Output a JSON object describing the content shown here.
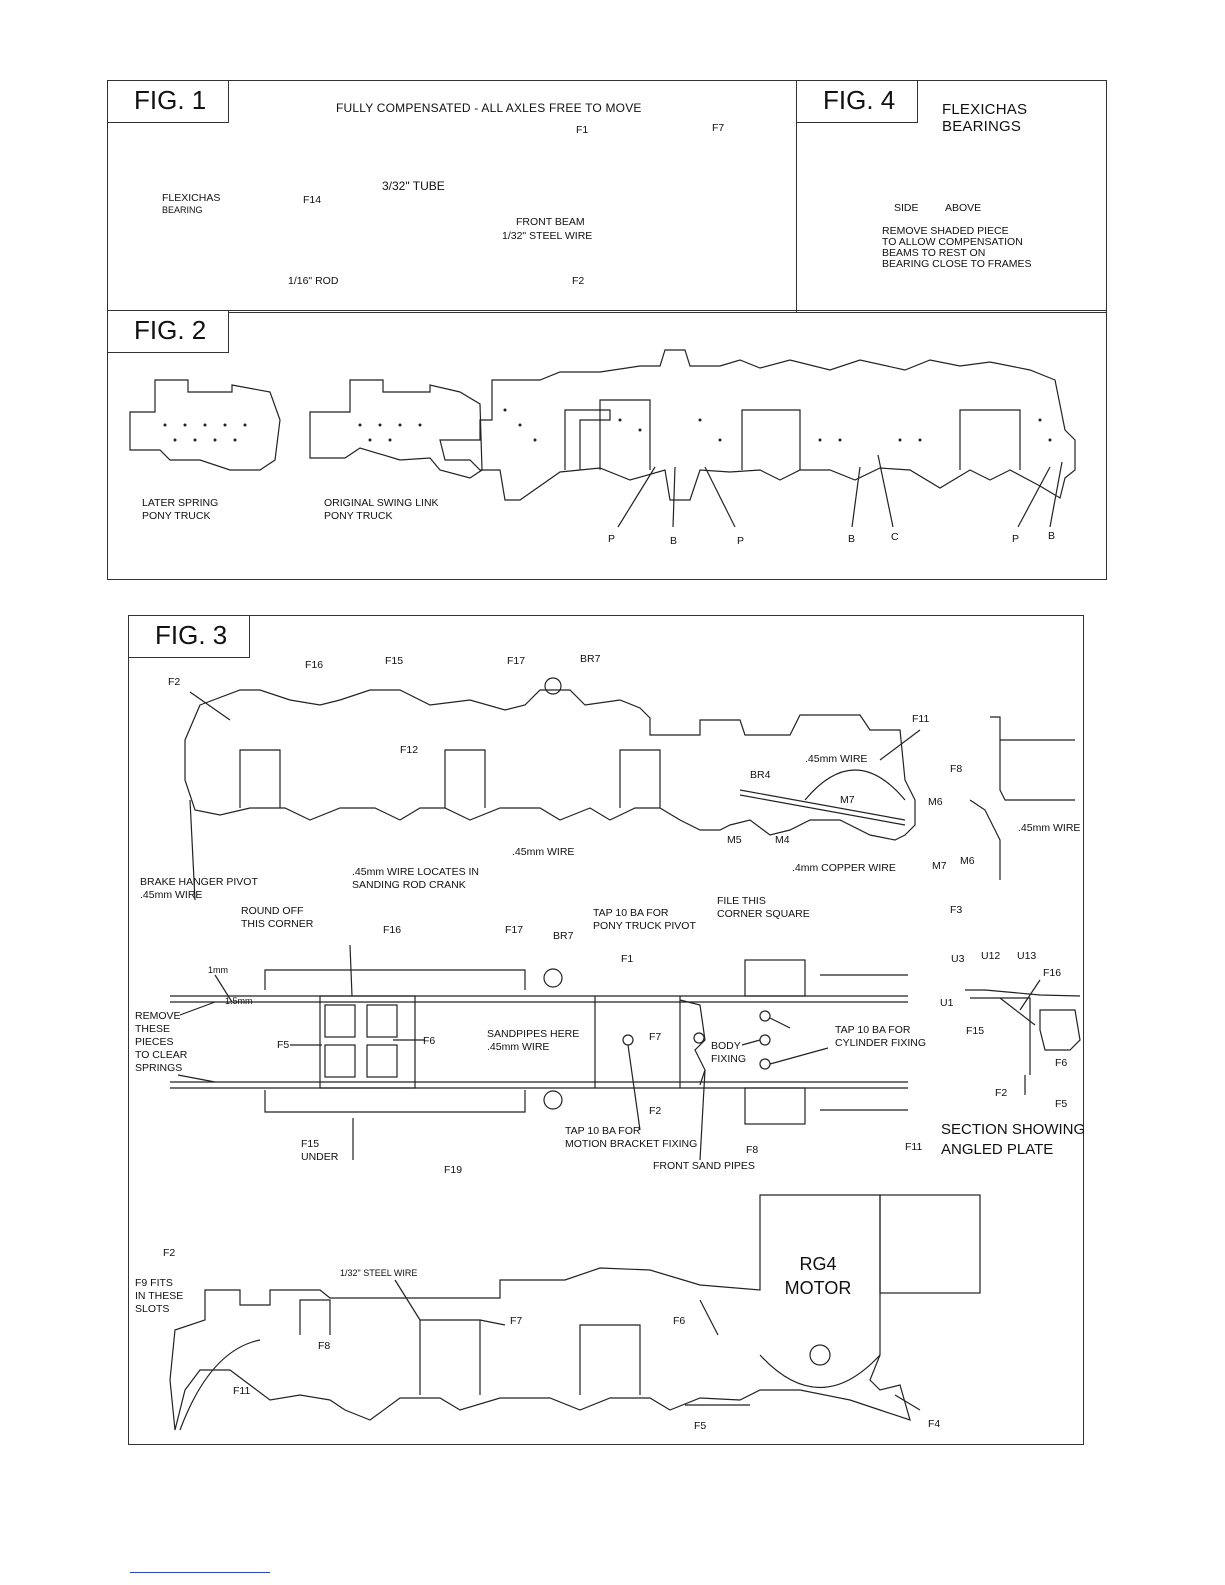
{
  "fig1": {
    "label": "FIG. 1",
    "title": "FULLY COMPENSATED - ALL AXLES FREE TO MOVE",
    "labels": {
      "flexichas": "FLEXICHAS",
      "bearing": "BEARING",
      "f14": "F14",
      "tube": "3/32\" TUBE",
      "f1": "F1",
      "f7": "F7",
      "front_beam": "FRONT BEAM",
      "steel_wire": "1/32\" STEEL WIRE",
      "rod": "1/16\" ROD",
      "f2": "F2"
    }
  },
  "fig4": {
    "label": "FIG. 4",
    "title": "FLEXICHAS BEARINGS",
    "side": "SIDE",
    "above": "ABOVE",
    "note": [
      "REMOVE SHADED PIECE",
      "TO ALLOW COMPENSATION",
      "BEAMS TO REST ON",
      "BEARING CLOSE TO FRAMES"
    ]
  },
  "fig2": {
    "label": "FIG. 2",
    "later_spring": [
      "LATER SPRING",
      "PONY TRUCK"
    ],
    "original_swing": [
      "ORIGINAL SWING LINK",
      "PONY TRUCK"
    ],
    "markers": [
      "P",
      "B",
      "P",
      "B",
      "C",
      "P",
      "B"
    ]
  },
  "fig3": {
    "label": "FIG. 3",
    "top": {
      "f2": "F2",
      "f16": "F16",
      "f15": "F15",
      "f17": "F17",
      "br7": "BR7",
      "f12": "F12",
      "wire_mid": ".45mm WIRE",
      "f11": "F11",
      "wire_045": ".45mm WIRE",
      "br4": "BR4",
      "m7": "M7",
      "m6": "M6",
      "m5": "M5",
      "m4": "M4",
      "copper": ".4mm COPPER WIRE",
      "f8": "F8",
      "wire_right": ".45mm WIRE",
      "m7b": "M7",
      "m6b": "M6",
      "f3": "F3"
    },
    "middle": {
      "brake_hanger": [
        "BRAKE HANGER PIVOT",
        ".45mm WIRE"
      ],
      "wire_locates": [
        ".45mm WIRE LOCATES IN",
        "SANDING ROD CRANK"
      ],
      "round_off": [
        "ROUND OFF",
        "THIS CORNER"
      ],
      "f16": "F16",
      "tap_pony": [
        "TAP 10 BA FOR",
        "PONY TRUCK PIVOT"
      ],
      "f17": "F17",
      "br7": "BR7",
      "file_corner": [
        "FILE THIS",
        "CORNER SQUARE"
      ],
      "f1": "F1",
      "dim_1mm": "1mm",
      "dim_15mm": "1.5mm",
      "remove_pieces": [
        "REMOVE",
        "THESE",
        "PIECES",
        "TO CLEAR",
        "SPRINGS"
      ],
      "f5": "F5",
      "f6": "F6",
      "sandpipes": [
        "SANDPIPES HERE",
        ".45mm WIRE"
      ],
      "f7": "F7",
      "body_fixing": [
        "BODY",
        "FIXING"
      ],
      "tap_cylinder": [
        "TAP 10 BA FOR",
        "CYLINDER FIXING"
      ],
      "f2": "F2",
      "tap_motion": [
        "TAP 10 BA FOR",
        "MOTION BRACKET FIXING"
      ],
      "f15_under": [
        "F15",
        "UNDER"
      ],
      "f19": "F19",
      "front_sand": "FRONT SAND PIPES",
      "f8": "F8",
      "f11": "F11"
    },
    "section": {
      "u3": "U3",
      "u12": "U12",
      "u13": "U13",
      "f16": "F16",
      "u1": "U1",
      "f15": "F15",
      "f6": "F6",
      "f2": "F2",
      "f5": "F5",
      "caption": [
        "SECTION SHOWING",
        "ANGLED PLATE"
      ]
    },
    "bottom": {
      "f2": "F2",
      "f9_fits": [
        "F9 FITS",
        "IN THESE",
        "SLOTS"
      ],
      "steel_wire": "1/32\" STEEL WIRE",
      "f7": "F7",
      "f8": "F8",
      "f6": "F6",
      "f11": "F11",
      "f5": "F5",
      "f4": "F4",
      "motor": [
        "RG4",
        "MOTOR"
      ]
    }
  }
}
